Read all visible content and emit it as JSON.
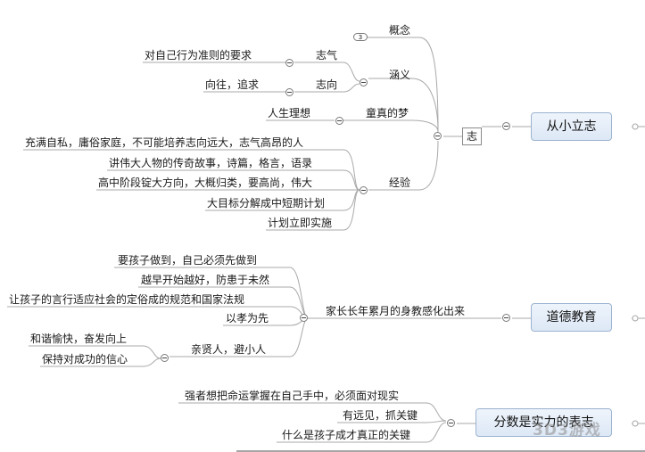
{
  "root": {
    "label": "志"
  },
  "topics": {
    "cxlz": "从小立志",
    "ddjy": "道德教育",
    "third": "分数是实力的表志"
  },
  "branch1": {
    "gainian": "概念",
    "gainian_count": "3",
    "hanyi": "涵义",
    "zhiqi": "志气",
    "zhiqi_desc": "对自己行为准则的要求",
    "zhixiang": "志向",
    "zhixiang_desc": "向往，追求",
    "tongzhen": "童真的梦",
    "rensheng": "人生理想",
    "jingyan": "经验",
    "jingyan_items": [
      "充满自私，庸俗家庭，不可能培养志向远大，志气高昂的人",
      "讲伟大人物的传奇故事，诗篇，格言，语录",
      "高中阶段锭大方向，大概归类，要高尚，伟大",
      "大目标分解成中短期计划",
      "计划立即实施"
    ]
  },
  "branch2": {
    "main": "家长长年累月的身教感化出来",
    "items": [
      "要孩子做到，自己必须先做到",
      "越早开始越好，防患于未然",
      "让孩子的言行适应社会的定俗成的规范和国家法规",
      "以孝为先"
    ],
    "qinxian": "亲贤人，避小人",
    "qinxian_items": [
      "和谐愉快，奋发向上",
      "保持对成功的信心"
    ]
  },
  "branch3": {
    "items": [
      "强者想把命运掌握在自己手中，必须面对现实",
      "有远见，抓关键",
      "什么是孩子成才真正的关键"
    ]
  },
  "watermark": "3D3游戏"
}
